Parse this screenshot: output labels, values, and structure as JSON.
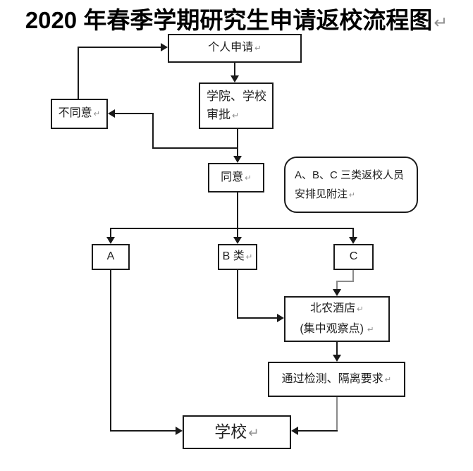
{
  "title": "2020 年春季学期研究生申请返校流程图",
  "return_mark": "↵",
  "nodes": {
    "application": {
      "label": "个人申请"
    },
    "review": {
      "line1": "学院、学校",
      "line2": "审批"
    },
    "disagree": {
      "label": "不同意"
    },
    "agree": {
      "label": "同意"
    },
    "note": {
      "line1": "A、B、C 三类返校人员",
      "line2": "安排见附注"
    },
    "a": {
      "label": "A"
    },
    "b": {
      "label": "B 类"
    },
    "c": {
      "label": "C"
    },
    "hotel": {
      "line1": "北农酒店",
      "line2": "(集中观察点)"
    },
    "test": {
      "label": "通过检测、隔离要求"
    },
    "school": {
      "label": "学校"
    }
  },
  "colors": {
    "line": "#1a1a1a",
    "grey_line": "#8a8a8a",
    "border": "#1a1a1a",
    "background": "#ffffff",
    "return_mark": "#8f8f8f",
    "text": "#1f1f1f"
  }
}
